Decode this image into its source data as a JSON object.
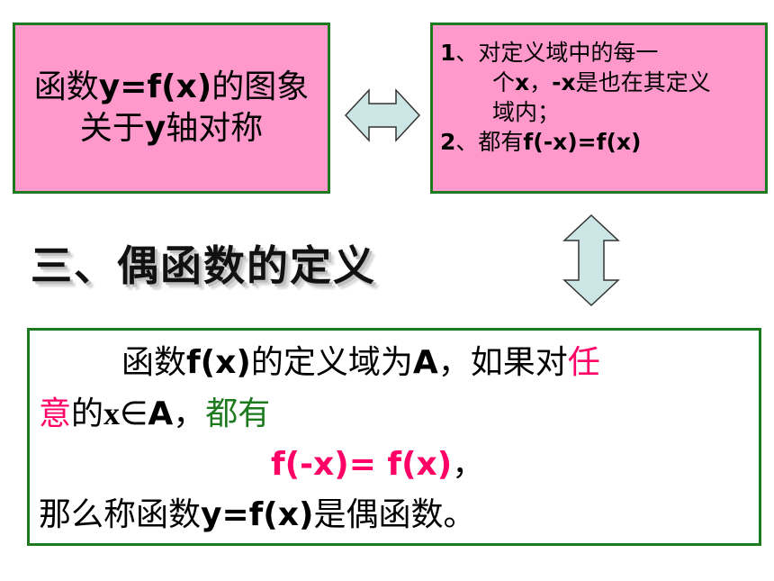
{
  "left_box": {
    "line1_a": "函数",
    "line1_b": "y=f(x)",
    "line1_c": "的图象",
    "line2_a": "关于",
    "line2_b": "y",
    "line2_c": "轴对称"
  },
  "right_box": {
    "item1_num": "1",
    "item1_text": "、对定义域中的每一",
    "item1_cont_a": "个",
    "item1_cont_b": "x",
    "item1_cont_c": "，",
    "item1_cont_d": "-x",
    "item1_cont_e": "是也在其定义",
    "item1_cont2": "域内；",
    "item2_num": "2",
    "item2_text": "、都有",
    "item2_formula": "f(-x)=f(x)"
  },
  "section": {
    "heading": "三、偶函数的定义"
  },
  "definition": {
    "l1_a": "函数",
    "l1_b": "f(x)",
    "l1_c": "的定义域为",
    "l1_d": "A",
    "l1_e": "，如果对",
    "l1_f": "任",
    "l2_a": "意",
    "l2_b": "的",
    "l2_c": "x",
    "l2_d": "∈",
    "l2_e": "A",
    "l2_f": "，",
    "l2_g": "都有",
    "l3_formula": "f(-x)= f(x)",
    "l3_comma": "，",
    "l4_a": "那么称函数",
    "l4_b": "y=f(x)",
    "l4_c": "是偶函数。"
  },
  "colors": {
    "box_fill": "#ff99cc",
    "border": "#1e7a1e",
    "arrow_fill": "#cce6e6",
    "highlight_pink": "#ff0066",
    "highlight_green": "#1e7a1e"
  }
}
